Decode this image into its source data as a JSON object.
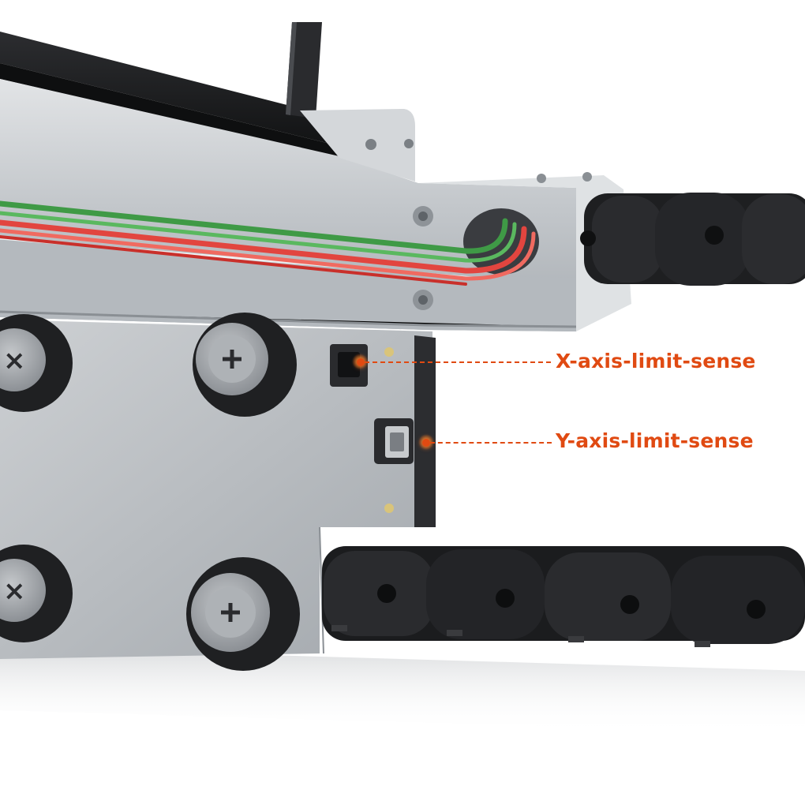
{
  "image": {
    "subject": "laser-engraver-gantry-corner",
    "background_color": "#ffffff",
    "accent_color": "#e04a12"
  },
  "callouts": {
    "x_axis": {
      "label": "X-axis-limit-sense",
      "color": "#e04a12"
    },
    "y_axis": {
      "label": "Y-axis-limit-sense",
      "color": "#e04a12"
    }
  },
  "materials": {
    "aluminum": "#c9cccf",
    "aluminum_dark": "#9ea3a8",
    "steel_plate": "#b9bdc1",
    "black_rail": "#1c1d1f",
    "cable_green": "#3f9a46",
    "cable_red": "#e2453f",
    "drag_chain": "#1e1f21",
    "wheel_rubber": "#1f2022",
    "wheel_hub": "#9fa3a7"
  }
}
